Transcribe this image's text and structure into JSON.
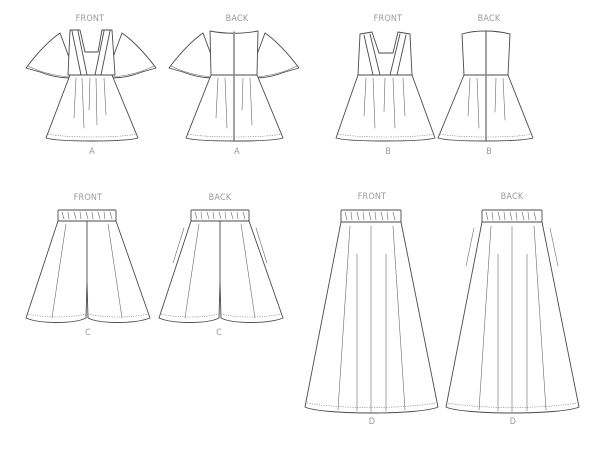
{
  "views": [
    {
      "id": "A-front",
      "view_label": "FRONT",
      "view_letter": "A"
    },
    {
      "id": "A-back",
      "view_label": "BACK",
      "view_letter": "A"
    },
    {
      "id": "B-front",
      "view_label": "FRONT",
      "view_letter": "B"
    },
    {
      "id": "B-back",
      "view_label": "BACK",
      "view_letter": "B"
    },
    {
      "id": "C-front",
      "view_label": "FRONT",
      "view_letter": "C"
    },
    {
      "id": "C-back",
      "view_label": "BACK",
      "view_letter": "C"
    },
    {
      "id": "D-front",
      "view_label": "FRONT",
      "view_letter": "D"
    },
    {
      "id": "D-back",
      "view_label": "BACK",
      "view_letter": "D"
    }
  ],
  "colors": {
    "line": "#4a4a4a",
    "label": "#9a9a9a",
    "background": "#ffffff"
  }
}
